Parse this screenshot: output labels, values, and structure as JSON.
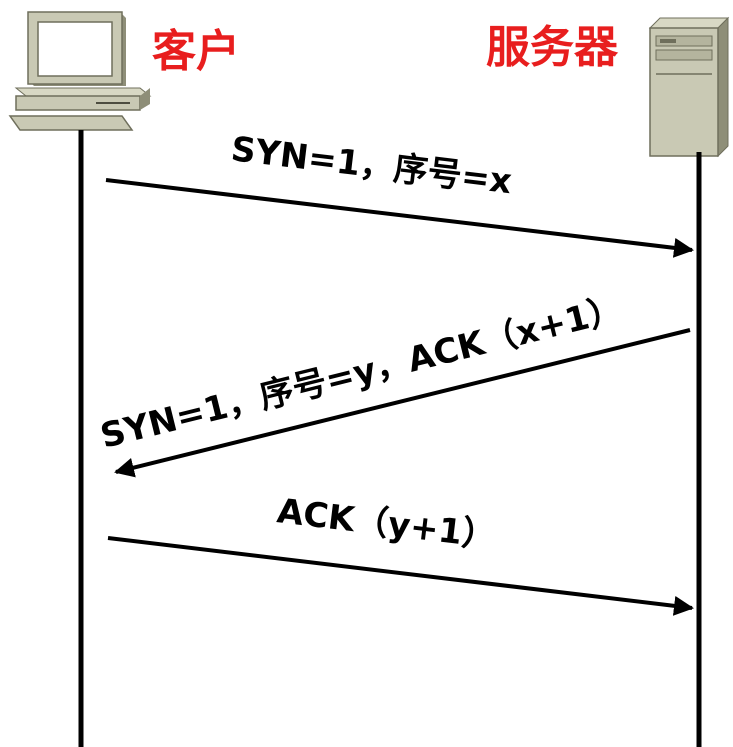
{
  "colors": {
    "role_label": "#e81e1e",
    "line": "#000000",
    "device_body": "#c9c9b4",
    "device_shadow": "#8e8e78",
    "device_dark": "#6f6f5c",
    "monitor_screen": "#ffffff"
  },
  "participants": {
    "client": {
      "label": "客户",
      "icon": "desktop-computer-icon"
    },
    "server": {
      "label": "服务器",
      "icon": "server-tower-icon"
    }
  },
  "messages": [
    {
      "label": "SYN=1，序号=x",
      "direction": "client-to-server"
    },
    {
      "label": "SYN=1，序号=y，ACK（x+1）",
      "direction": "server-to-client"
    },
    {
      "label": "ACK（y+1）",
      "direction": "client-to-server"
    }
  ]
}
